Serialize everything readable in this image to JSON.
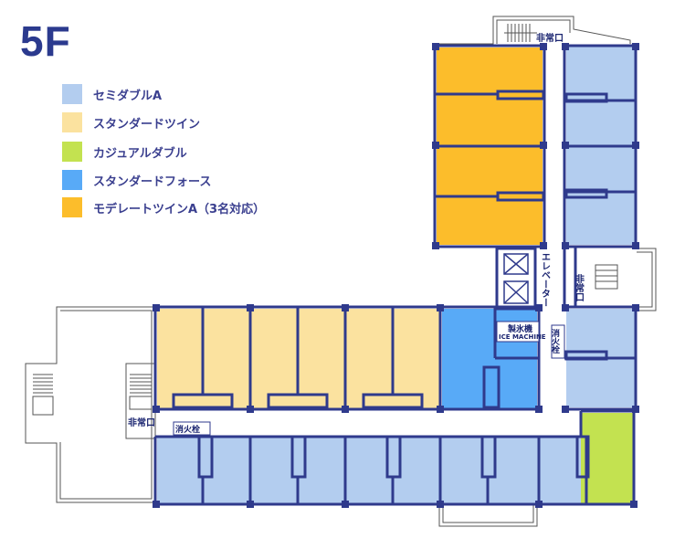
{
  "floor": "5F",
  "legend": [
    {
      "label": "セミダブルA",
      "color": "#b3cdef"
    },
    {
      "label": "スタンダードツイン",
      "color": "#fbe29f"
    },
    {
      "label": "カジュアルダブル",
      "color": "#c3e250"
    },
    {
      "label": "スタンダードフォース",
      "color": "#58aaf7"
    },
    {
      "label": "モデレートツインA（3名対応）",
      "color": "#fcbd2b"
    }
  ],
  "labels": {
    "exit": "非常口",
    "elevator": "エレベーター",
    "ice_jp": "製氷機",
    "ice_en": "ICE MACHINE",
    "hydrant": "消火栓"
  },
  "colors": {
    "wall": "#2f3a8c",
    "outline": "#555555"
  }
}
